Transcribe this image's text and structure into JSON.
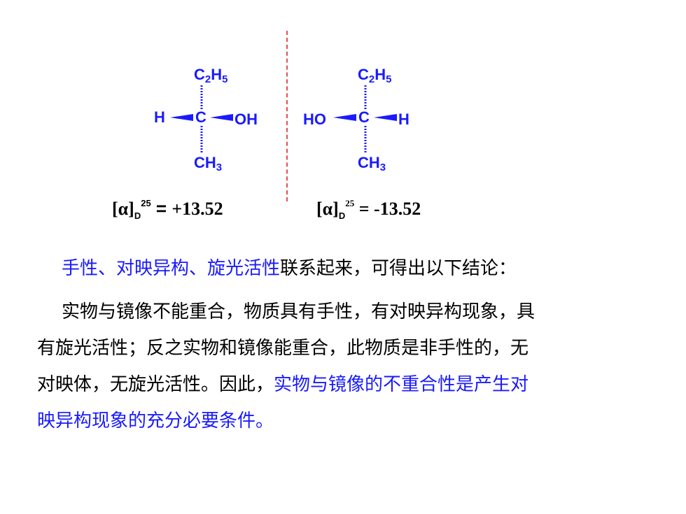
{
  "molecule_left": {
    "top": "C",
    "top_sub": "2",
    "top_h": "H",
    "top_sub2": "5",
    "left": "H",
    "center": "C",
    "right": "OH",
    "bottom": "CH",
    "bottom_sub": "3"
  },
  "molecule_right": {
    "top": "C",
    "top_sub": "2",
    "top_h": "H",
    "top_sub2": "5",
    "left": "HO",
    "center": "C",
    "right": "H",
    "bottom": "CH",
    "bottom_sub": "3"
  },
  "rotation_left": {
    "bracket": "[α]",
    "sub": "D",
    "sup": "25",
    "eq": " = ",
    "value": "+13.52"
  },
  "rotation_right": {
    "bracket": "[α]",
    "sub": "D",
    "sup": "25",
    "eq": " = ",
    "value": "-13.52"
  },
  "paragraph1": {
    "highlight": "手性、对映异构、旋光活性",
    "rest": "联系起来，可得出以下结论："
  },
  "paragraph2": {
    "line1": "实物与镜像不能重合，物质具有手性，有对映异构现象，具",
    "line2": "有旋光活性；反之实物和镜像能重合，此物质是非手性的，无",
    "line3_a": "对映体，无旋光活性。因此，",
    "line3_b": "实物与镜像的不重合性是产生对",
    "line4": "映异构现象的充分必要条件。"
  },
  "colors": {
    "blue": "#1a1aff",
    "mirror_line": "#e05050",
    "text": "#000000"
  }
}
